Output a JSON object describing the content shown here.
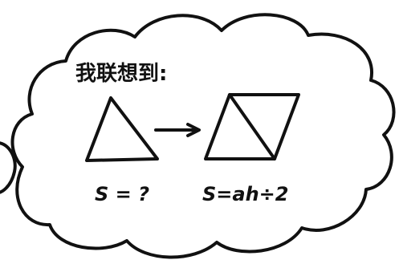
{
  "bubble": {
    "title": "我联想到:",
    "left_formula": "S = ?",
    "right_formula": "S=ah÷2"
  },
  "colors": {
    "ink": "#111111",
    "background": "#ffffff"
  },
  "shapes": {
    "left": "triangle",
    "arrow": "right-arrow",
    "right": "parallelogram-with-diagonal"
  }
}
